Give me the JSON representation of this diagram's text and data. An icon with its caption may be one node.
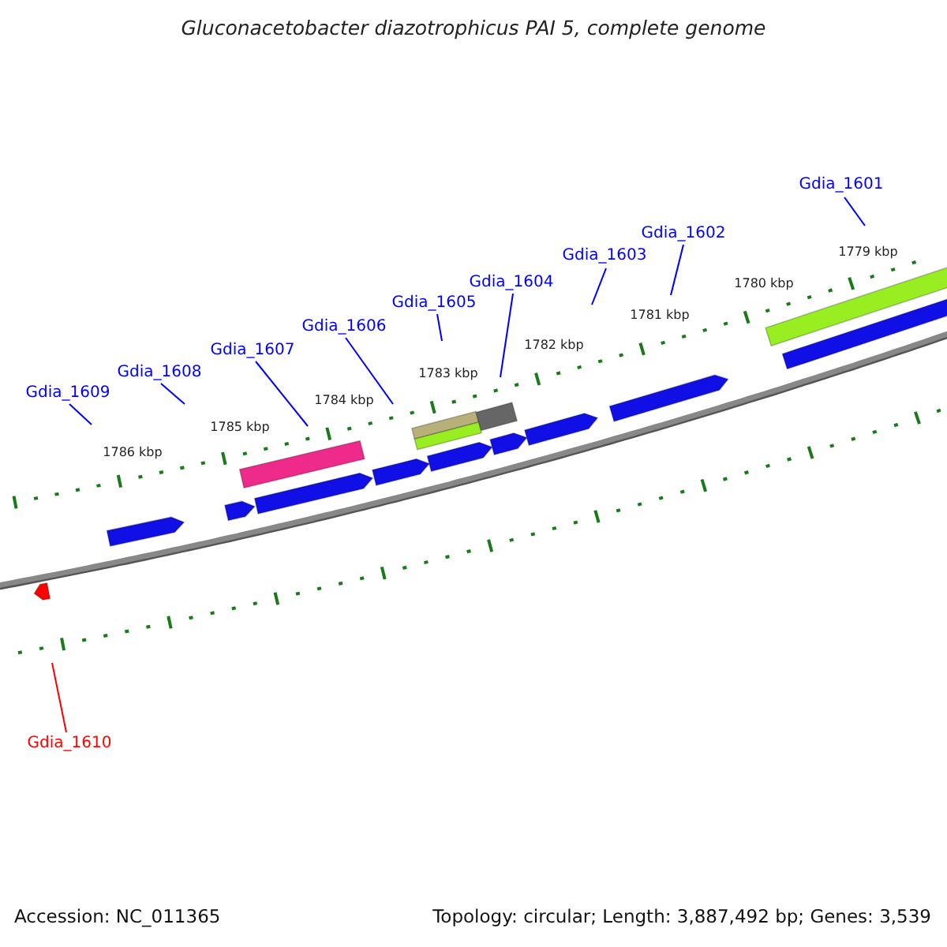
{
  "diagram": {
    "title": "Gluconacetobacter diazotrophicus PAI 5, complete genome",
    "nodes": [
      {
        "text": [
          "Gdia_1601"
        ]
      },
      {
        "text": [
          "Gdia_1602"
        ]
      },
      {
        "text": [
          "Gdia_1603"
        ]
      },
      {
        "text": [
          "Gdia_1604"
        ]
      },
      {
        "text": [
          "Gdia_1605"
        ]
      },
      {
        "text": [
          "Gdia_1606"
        ]
      },
      {
        "text": [
          "Gdia_1607"
        ]
      },
      {
        "text": [
          "Gdia_1608"
        ]
      },
      {
        "text": [
          "Gdia_1609"
        ]
      },
      {
        "text": [
          "Gdia_1610"
        ]
      }
    ],
    "edges": [
      {
        "from": 0,
        "to": null,
        "arrow": "none"
      },
      {
        "from": 1,
        "to": null,
        "arrow": "none"
      },
      {
        "from": 2,
        "to": null,
        "arrow": "none"
      },
      {
        "from": 3,
        "to": null,
        "arrow": "none"
      },
      {
        "from": 4,
        "to": null,
        "arrow": "none"
      },
      {
        "from": 5,
        "to": null,
        "arrow": "none"
      },
      {
        "from": 6,
        "to": null,
        "arrow": "none"
      },
      {
        "from": 7,
        "to": null,
        "arrow": "none"
      },
      {
        "from": 8,
        "to": null,
        "arrow": "none"
      },
      {
        "from": 9,
        "to": null,
        "arrow": "none",
        "color": "#ff0000"
      }
    ],
    "labels": [
      "1779 kbp",
      "1780 kbp",
      "1781 kbp",
      "1782 kbp",
      "1783 kbp",
      "1784 kbp",
      "1785 kbp",
      "1786 kbp",
      "Accession: NC_011365",
      "Topology: circular; Length: 3,887,492 bp; Genes: 3,539"
    ]
  }
}
